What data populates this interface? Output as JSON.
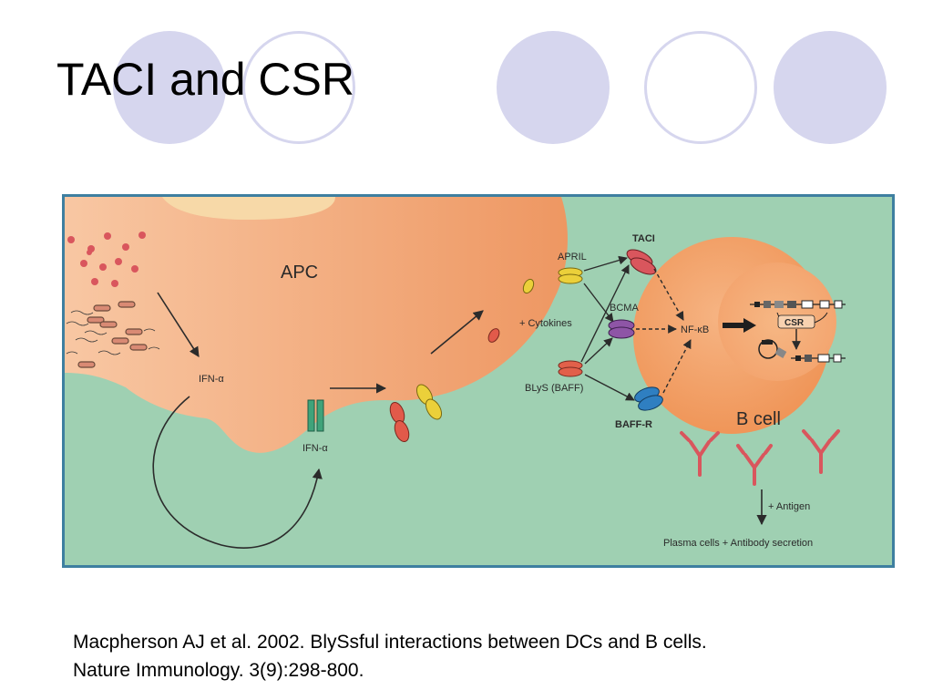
{
  "slide": {
    "title": "TACI and CSR",
    "citation_line1": "Macpherson AJ et al. 2002. BlySsful interactions between DCs and B cells.",
    "citation_line2": "Nature Immunology. 3(9):298-800."
  },
  "diagram": {
    "apc_label": "APC",
    "ifn_alpha_inside": "IFN-α",
    "ifn_alpha_receptor": "IFN-α",
    "april_label": "APRIL",
    "cytokines_label": "+ Cytokines",
    "blys_label": "BLyS (BAFF)",
    "taci_label": "TACI",
    "bcma_label": "BCMA",
    "baffr_label_prefix": "BA",
    "baffr_label_bold": "FF-R",
    "nfkb_label": "NF-κB",
    "csr_label": "CSR",
    "bcell_label": "B cell",
    "antigen_label": "+ Antigen",
    "outcome_label": "Plasma cells + Antibody secretion"
  },
  "colors": {
    "background_green": "#9fd0b2",
    "frame_blue": "#3e7fa0",
    "apc_orange": "#f2a677",
    "decor_lavender": "#d6d6ee"
  }
}
